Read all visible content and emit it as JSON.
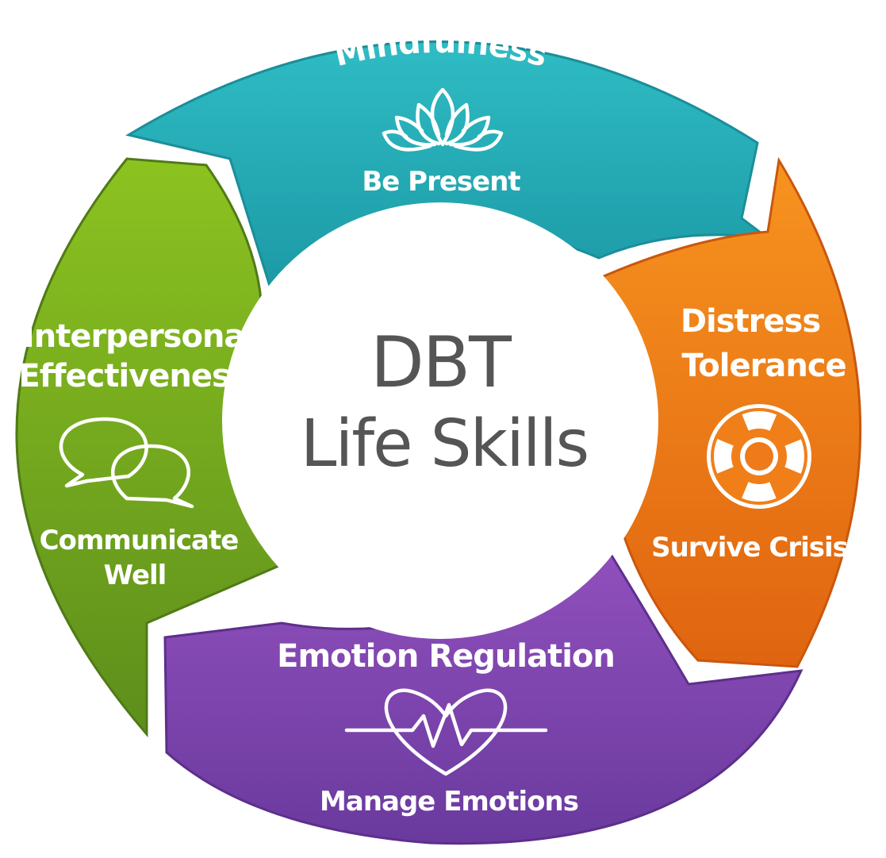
{
  "center": {
    "line1": "DBT",
    "line2": "Life Skills"
  },
  "segments": [
    {
      "id": "mindfulness",
      "title": "Mindfulness",
      "subtitle": "Be Present",
      "icon": "lotus-icon",
      "color": "#26aeb6"
    },
    {
      "id": "distress-tolerance",
      "title_line1": "Distress",
      "title_line2": "Tolerance",
      "subtitle": "Survive Crisis",
      "icon": "lifebuoy-icon",
      "color": "#f07f1a"
    },
    {
      "id": "emotion-regulation",
      "title": "Emotion Regulation",
      "subtitle": "Manage Emotions",
      "icon": "heartbeat-icon",
      "color": "#7f48ad"
    },
    {
      "id": "interpersonal-effectiveness",
      "title_line1": "Interpersonal",
      "title_line2": "Effectiveness",
      "subtitle_line1": "Communicate",
      "subtitle_line2": "Well",
      "icon": "speech-bubbles-icon",
      "color": "#6fa51f"
    }
  ]
}
